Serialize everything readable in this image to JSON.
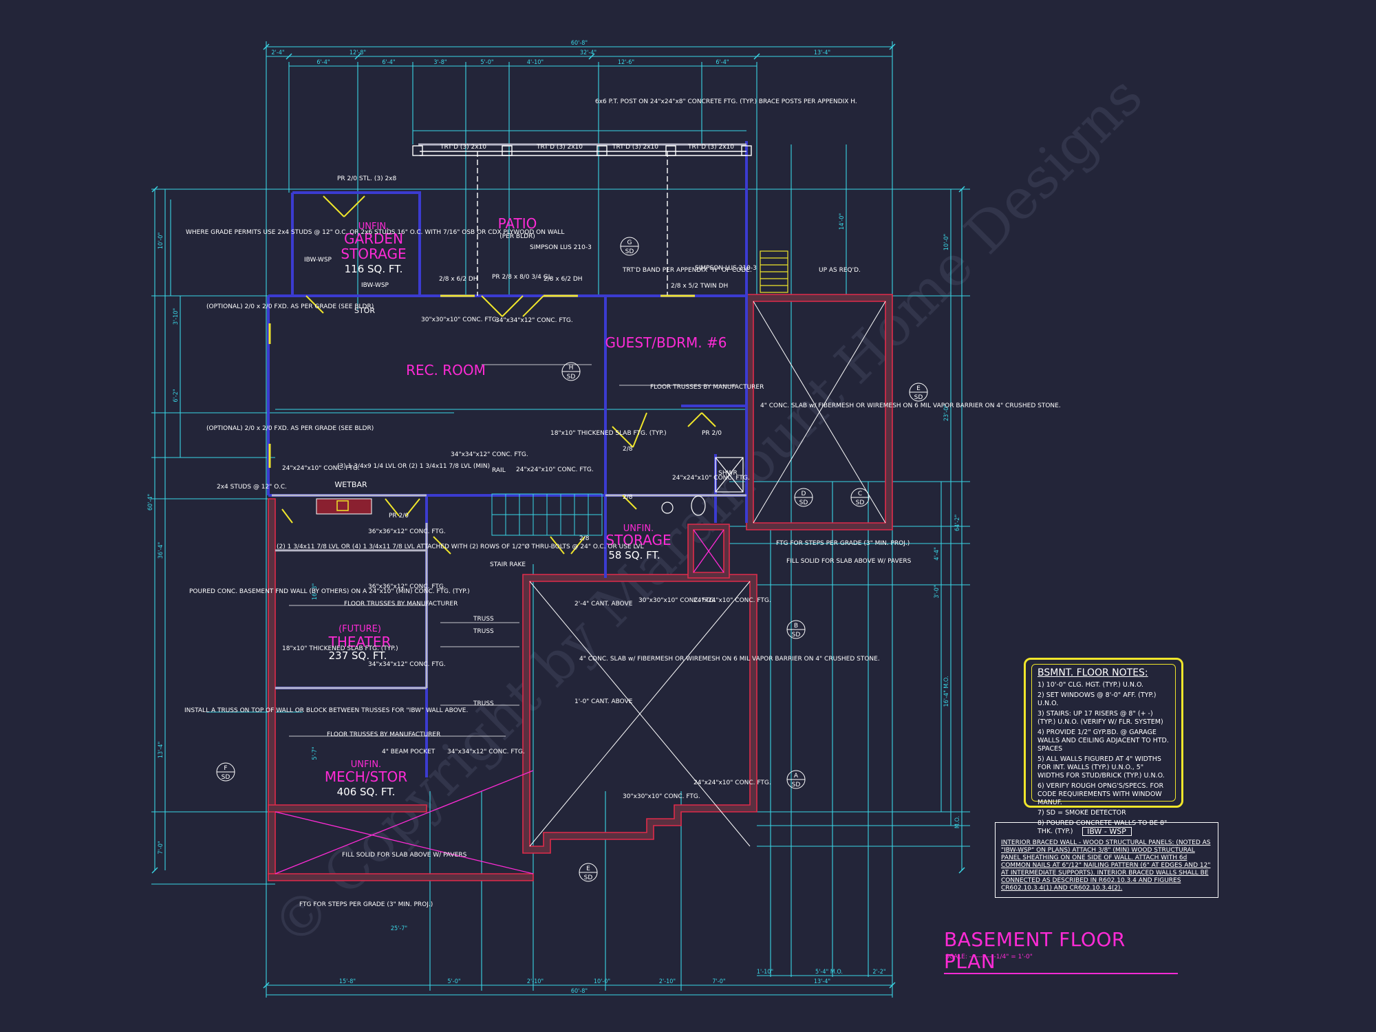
{
  "watermark": "© Copyright by Maramount Home Designs",
  "title": "BASEMENT FLOOR PLAN",
  "scale": "SCALE: ------------1/4\" = 1'-0\"",
  "rooms": {
    "garden_storage": {
      "line1": "UNFIN.",
      "line2": "GARDEN",
      "line3": "STORAGE",
      "sqft": "116 SQ. FT."
    },
    "patio": {
      "name": "PATIO",
      "sub": "(PER BLDR)"
    },
    "rec_room": {
      "name": "REC. ROOM"
    },
    "guest": {
      "name": "GUEST/BDRM. #6"
    },
    "storage": {
      "line1": "UNFIN.",
      "line2": "STORAGE",
      "sqft": "58 SQ. FT."
    },
    "theater": {
      "line1": "(FUTURE)",
      "line2": "THEATER",
      "sqft": "237 SQ. FT."
    },
    "mech": {
      "line1": "UNFIN.",
      "line2": "MECH/STOR",
      "sqft": "406 SQ. FT."
    },
    "stor": "STOR",
    "wetbar": "WETBAR",
    "shwr": "SHWR"
  },
  "top_dims": {
    "overall": "60'-8\"",
    "row1": [
      "2'-4\"",
      "12'-8\"",
      "32'-4\"",
      "13'-4\""
    ],
    "row2": [
      "6'-4\"",
      "6'-4\"",
      "3'-8\"",
      "5'-0\"",
      "4'-10\"",
      "12'-6\"",
      "6'-4\""
    ]
  },
  "bottom_dims": {
    "overall": "60'-8\"",
    "row1": [
      "15'-8\"",
      "5'-0\"",
      "2'-10\"",
      "10'-0\"",
      "2'-10\"",
      "7'-0\"",
      "13'-4\""
    ],
    "extra": [
      "5'-4\" M.O.",
      "1'-10\"",
      "2'-2\"",
      "25'-7\""
    ]
  },
  "left_dims": [
    "60'-4\"",
    "36'-4\"",
    "10'-0\"",
    "3'-10\"",
    "6'-2\"",
    "13'-4\"",
    "16'-3\"",
    "5'-7\"",
    "7'-0\""
  ],
  "right_dims": [
    "64'-2\"",
    "10'-0\"",
    "23'-0\"",
    "16'-4\" M.O.",
    "14'-0\"",
    "3'-0\"",
    "M.O.",
    "4'-4\""
  ],
  "labels": {
    "post_note": "6x6 P.T. POST ON 24\"x24\"x8\" CONCRETE FTG. (TYP.) BRACE POSTS PER APPENDIX H.",
    "grade_permits": "WHERE GRADE PERMITS USE 2x4 STUDS @ 12\" O.C. OR 2x6 STUDS 16\" O.C. WITH 7/16\" OSB OR CDX PLYWOOD ON WALL",
    "optional_fxd_1": "(OPTIONAL) 2/0 x 2/0 FXD. AS PER GRADE (SEE BLDR)",
    "optional_fxd_2": "(OPTIONAL) 2/0 x 2/0 FXD. AS PER GRADE (SEE BLDR)",
    "studs": "2x4 STUDS @ 12\" O.C.",
    "poured_wall": "POURED CONC. BASEMENT FND WALL (BY OTHERS) ON A 24\"x10\" (MIN) CONC. FTG. (TYP.)",
    "install_truss": "INSTALL A TRUSS ON TOP OF WALL OR BLOCK BETWEEN TRUSSES FOR \"IBW\" WALL ABOVE.",
    "fill_solid_1": "FILL SOLID FOR SLAB ABOVE W/ PAVERS",
    "fill_solid_2": "FILL SOLID FOR SLAB ABOVE W/ PAVERS",
    "ftg_steps_1": "FTG FOR STEPS PER GRADE (3\" MIN. PROJ.)",
    "ftg_steps_2": "FTG FOR STEPS PER GRADE (3\" MIN. PROJ.)",
    "slab_1": "4\" CONC. SLAB w/ FIBERMESH OR WIREMESH ON 6 MIL VAPOR BARRIER ON 4\" CRUSHED STONE.",
    "slab_2": "4\" CONC. SLAB w/ FIBERMESH OR WIREMESH ON 6 MIL VAPOR BARRIER ON 4\" CRUSHED STONE.",
    "floor_trusses": "FLOOR TRUSSES BY MANUFACTURER",
    "thick_slab": "18\"x10\" THICKENED SLAB FTG. (TYP.)",
    "cant_1": "2'-4\" CANT. ABOVE",
    "cant_2": "1'-0\" CANT. ABOVE",
    "beam_pocket": "4\" BEAM POCKET",
    "up_reqd": "UP AS REQ'D.",
    "simpson_1": "SIMPSON LUS 210-3",
    "simpson_2": "SIMPSON LUS 210-3",
    "trtd_band": "TRT'D BAND PER APPENDIX \"H\" OF CODE.",
    "trtd_beam": "TRT'D (3) 2x10",
    "truss": "TRUSS",
    "lvl_1": "(3) 1 3/4x9 1/4 LVL OR (2) 1 3/4x11 7/8 LVL (MIN)",
    "lvl_2": "(2) 1 3/4x11 7/8 LVL OR (4) 1 3/4x11 7/8 LVL ATTACHED WITH (2) ROWS OF 1/2\"Ø THRU-BOLTS @ 24\" O.C. OR USE LVL",
    "ftg_36": "36\"x36\"x12\" CONC. FTG.",
    "ftg_30": "30\"x30\"x10\" CONC. FTG.",
    "ftg_24": "24\"x24\"x10\" CONC. FTG.",
    "ftg_34": "34\"x34\"x12\" CONC. FTG.",
    "stair": "STAIR RAKE",
    "rail": "RAIL",
    "pr_stl": "PR 2/0 STL. (3) 2x8",
    "dh_1": "2/8 x 6/2 DH",
    "dh_2": "2/8 x 6/2 DH",
    "twin_dh": "2/8 x 5/2 TWIN DH",
    "pr_28": "PR 2/8 x 8/0 3/4 GL",
    "ibw": "IBW-WSP",
    "door_20": "PR 2/0",
    "door_28": "2/8"
  },
  "notes": {
    "title": "BSMNT. FLOOR NOTES:",
    "items": [
      "1) 10'-0\" CLG. HGT. (TYP.) U.N.O.",
      "2) SET WINDOWS @ 8'-0\" AFF. (TYP.) U.N.O.",
      "3) STAIRS: UP 17 RISERS @ 8\" (+ -) (TYP.) U.N.O. (VERIFY W/ FLR. SYSTEM)",
      "4) PROVIDE 1/2\" GYP.BD. @ GARAGE WALLS AND CEILING ADJACENT TO HTD. SPACES",
      "5) ALL WALLS FIGURED AT 4\" WIDTHS FOR INT. WALLS (TYP.) U.N.O., 5\" WIDTHS FOR STUD/BRICK (TYP.) U.N.O.",
      "6) VERIFY ROUGH OPNG'S/SPECS. FOR CODE REQUIREMENTS WITH WINDOW MANUF.",
      "7) SD = SMOKE DETECTOR",
      "8) POURED CONCRETE WALLS TO BE 8\" THK. (TYP.)"
    ]
  },
  "ibw_legend": {
    "title": "IBW - WSP",
    "text": "INTERIOR BRACED WALL - WOOD STRUCTURAL PANELS: (NOTED AS \"IBW-WSP\" ON PLANS) ATTACH 3/8\" (MIN) WOOD STRUCTURAL PANEL SHEATHING ON ONE SIDE OF WALL. ATTACH WITH 6d COMMON NAILS AT 6\"/12\" NAILING PATTERN (6\" AT EDGES AND 12\" AT INTERMEDIATE SUPPORTS). INTERIOR BRACED WALLS SHALL BE CONNECTED AS DESCRIBED IN R602.10.3.4 AND FIGURES CR602.10.3.4(1) AND CR602.10.3.4(2)."
  },
  "tags": {
    "sd": "SD",
    "letters": [
      "A",
      "B",
      "C",
      "D",
      "E",
      "F",
      "G",
      "H"
    ]
  },
  "colors": {
    "background": "#232539",
    "dimension": "#3ad7e6",
    "room_label": "#ff2bd6",
    "wall": "#3b3bd0",
    "foundation": "#e02b4a",
    "door": "#f0e62b",
    "text": "#ffffff"
  }
}
